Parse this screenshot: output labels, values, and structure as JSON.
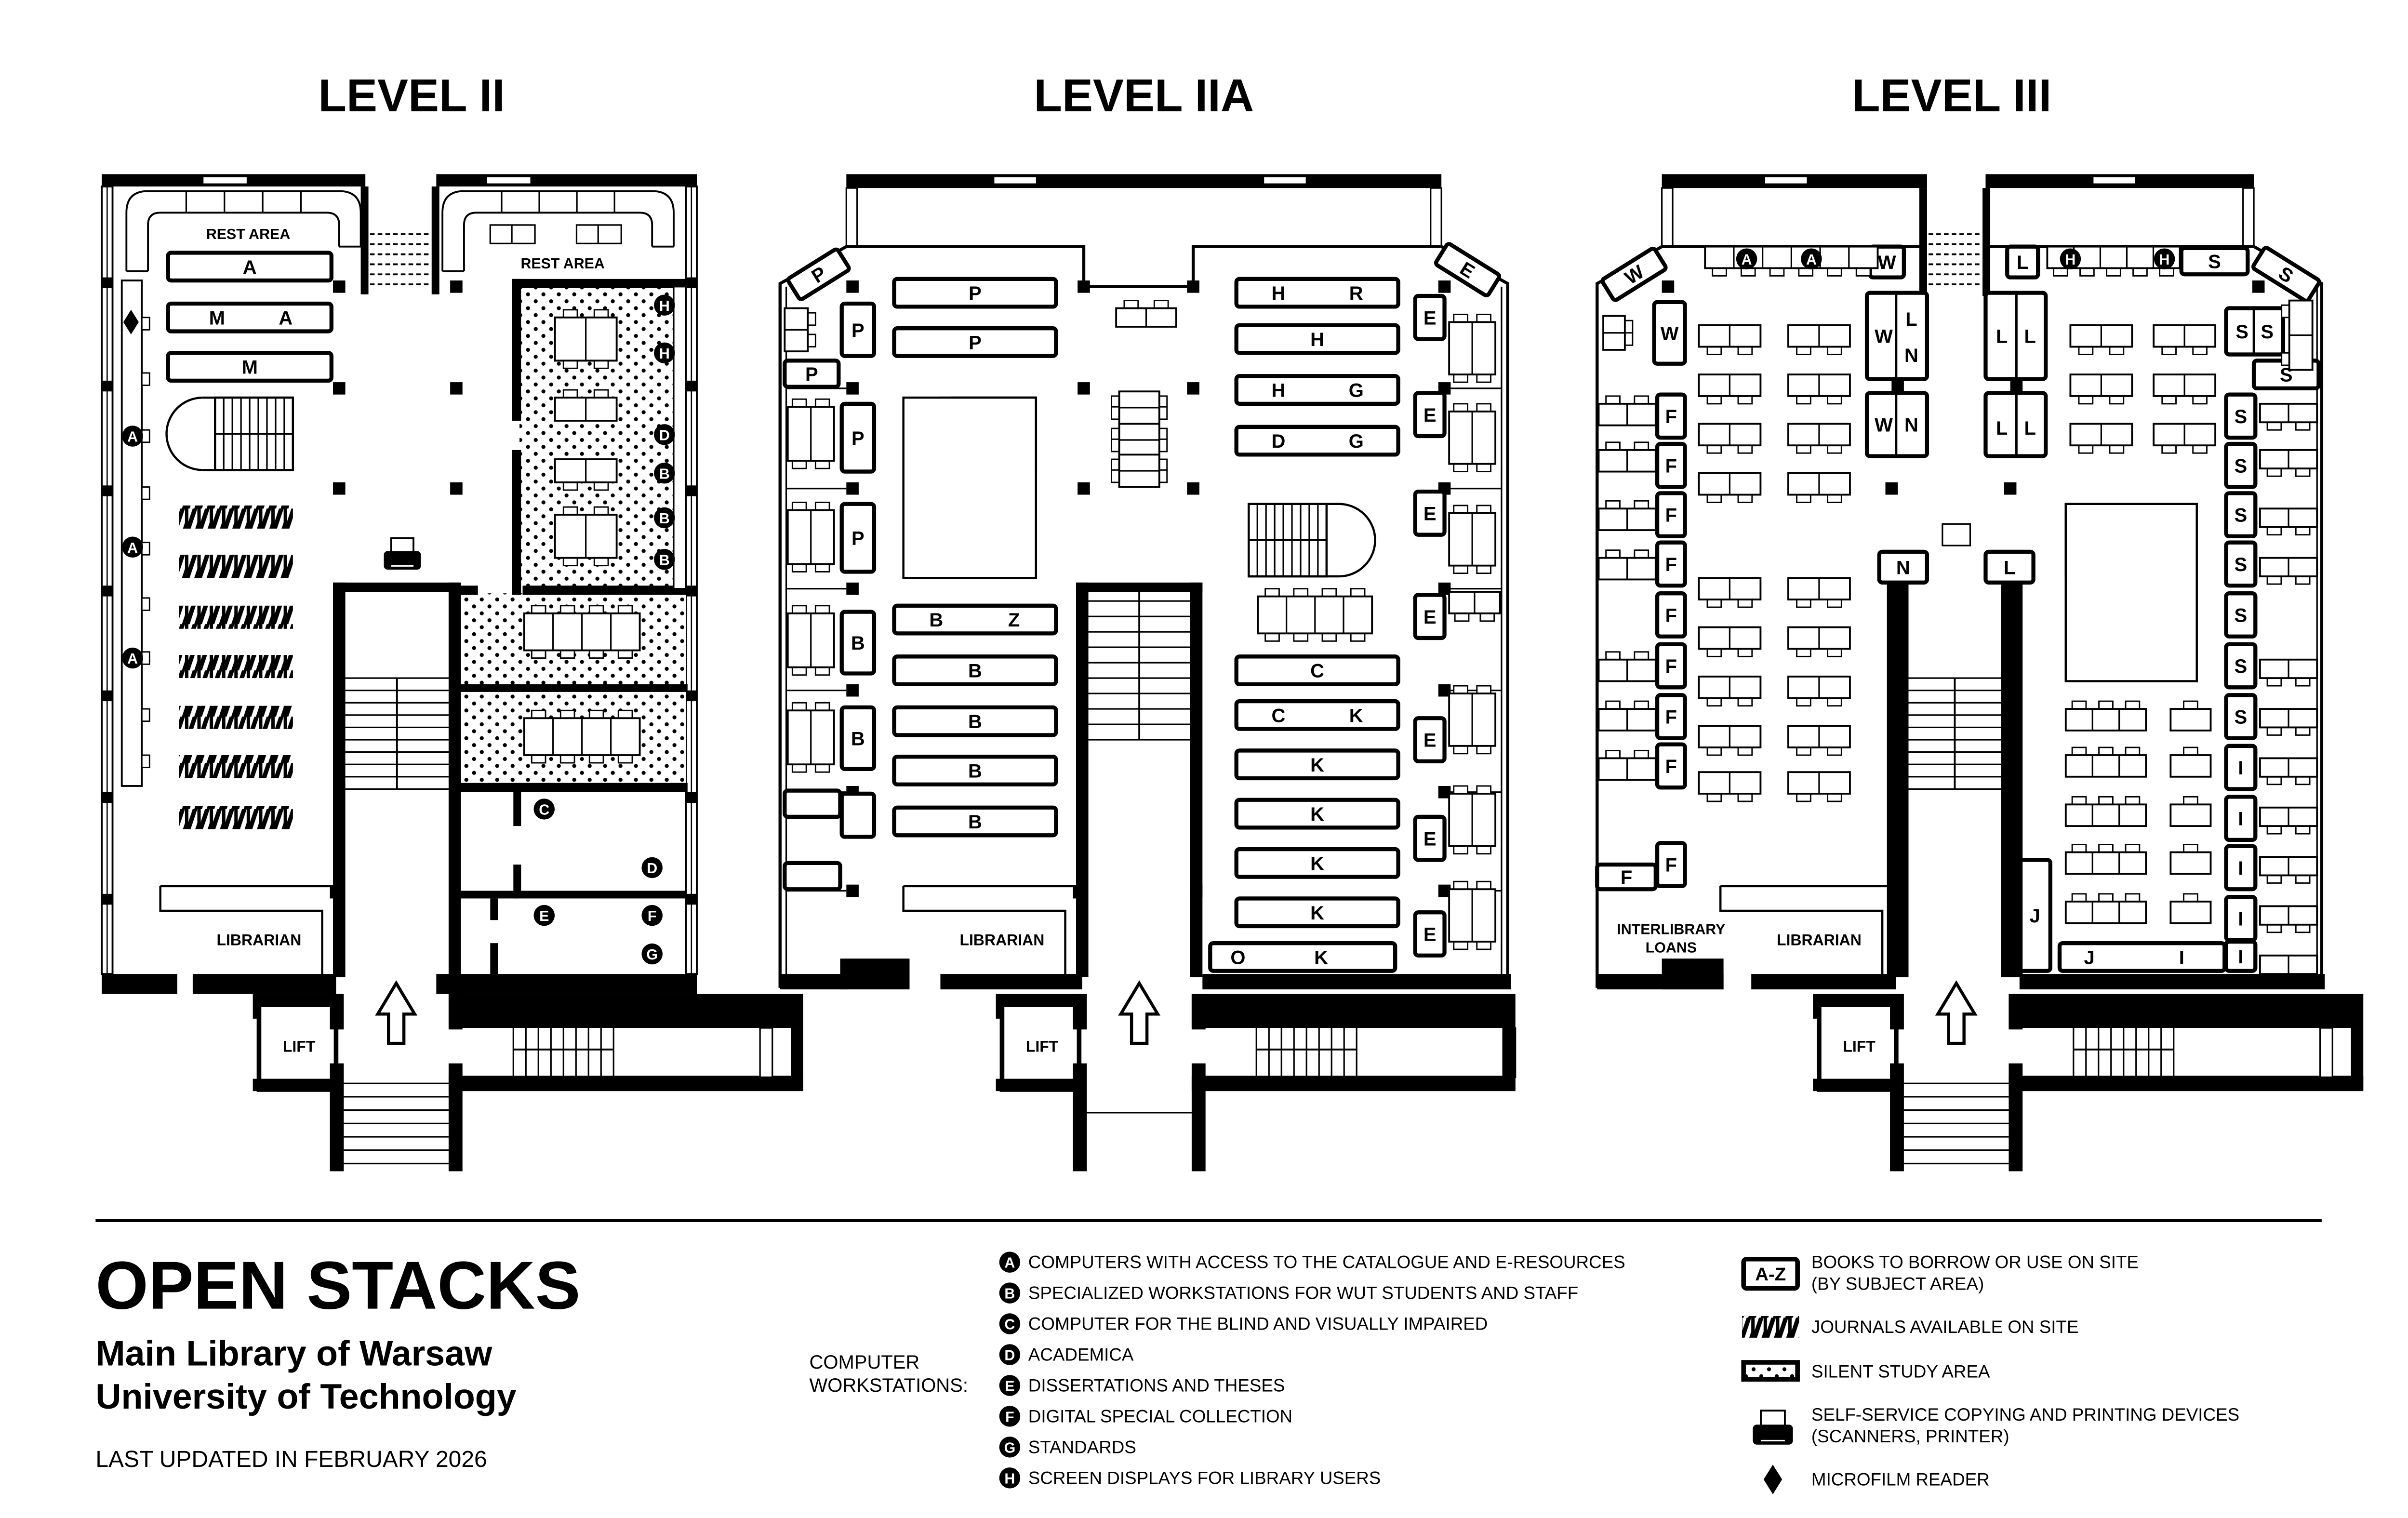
{
  "levels": [
    {
      "title": "LEVEL II",
      "rooms": {
        "rest_area_left": "REST AREA",
        "rest_area_right": "REST AREA",
        "librarian": "LIBRARIAN",
        "lift": "LIFT"
      },
      "shelves": [
        [
          "A"
        ],
        [
          "M",
          "A"
        ],
        [
          "M"
        ]
      ],
      "markers": [
        "A",
        "A",
        "A",
        "H",
        "H",
        "D",
        "B",
        "B",
        "B",
        "C",
        "D",
        "E",
        "F",
        "G"
      ]
    },
    {
      "title": "LEVEL IIA",
      "rooms": {
        "librarian": "LIBRARIAN",
        "lift": "LIFT"
      },
      "shelves": [
        [
          "P"
        ],
        [
          "P"
        ],
        [
          "P"
        ],
        [
          "P"
        ],
        [
          "P"
        ],
        [
          "P"
        ],
        [
          "P"
        ],
        [
          "B",
          "Z"
        ],
        [
          "B"
        ],
        [
          "B"
        ],
        [
          "B"
        ],
        [
          "B"
        ],
        [
          "B"
        ],
        [
          "B"
        ],
        [
          "H",
          "R"
        ],
        [
          "H"
        ],
        [
          "H",
          "G"
        ],
        [
          "D",
          "G"
        ],
        [
          "C"
        ],
        [
          "C",
          "K"
        ],
        [
          "K"
        ],
        [
          "K"
        ],
        [
          "K"
        ],
        [
          "K"
        ],
        [
          "O",
          "K"
        ],
        [
          "E"
        ],
        [
          "E"
        ],
        [
          "E"
        ],
        [
          "E"
        ],
        [
          "E"
        ],
        [
          "E"
        ],
        [
          "E"
        ],
        [
          "E"
        ]
      ]
    },
    {
      "title": "LEVEL III",
      "rooms": {
        "interlibrary": "INTERLIBRARY",
        "loans": "LOANS",
        "librarian": "LIBRARIAN",
        "lift": "LIFT"
      },
      "shelves": [
        [
          "W"
        ],
        [
          "W"
        ],
        [
          "L"
        ],
        [
          "S"
        ],
        [
          "S"
        ],
        [
          "W"
        ],
        [
          "W",
          "L",
          "N"
        ],
        [
          "W",
          "N"
        ],
        [
          "L",
          "L"
        ],
        [
          "L",
          "L"
        ],
        [
          "N"
        ],
        [
          "L"
        ],
        [
          "S",
          "S"
        ],
        [
          "S"
        ],
        [
          "S"
        ],
        [
          "S"
        ],
        [
          "S"
        ],
        [
          "S"
        ],
        [
          "S"
        ],
        [
          "S"
        ],
        [
          "S"
        ],
        [
          "I"
        ],
        [
          "I"
        ],
        [
          "I"
        ],
        [
          "I"
        ],
        [
          "I"
        ],
        [
          "F"
        ],
        [
          "F"
        ],
        [
          "F"
        ],
        [
          "F"
        ],
        [
          "F"
        ],
        [
          "F"
        ],
        [
          "F"
        ],
        [
          "F"
        ],
        [
          "F"
        ],
        [
          "F"
        ],
        [
          "J"
        ],
        [
          "J",
          "I"
        ]
      ],
      "markers": [
        "A",
        "A",
        "H",
        "H"
      ]
    }
  ],
  "footer": {
    "title": "OPEN STACKS",
    "subtitle_1": "Main Library of Warsaw",
    "subtitle_2": "University of Technology",
    "updated": "LAST UPDATED IN FEBRUARY 2026"
  },
  "legend": {
    "workstations_label_1": "COMPUTER",
    "workstations_label_2": "WORKSTATIONS:",
    "workstations": [
      {
        "key": "A",
        "text": "COMPUTERS WITH ACCESS TO THE CATALOGUE AND E-RESOURCES"
      },
      {
        "key": "B",
        "text": "SPECIALIZED WORKSTATIONS FOR WUT STUDENTS AND STAFF"
      },
      {
        "key": "C",
        "text": "COMPUTER FOR THE BLIND AND VISUALLY IMPAIRED"
      },
      {
        "key": "D",
        "text": "ACADEMICA"
      },
      {
        "key": "E",
        "text": "DISSERTATIONS AND THESES"
      },
      {
        "key": "F",
        "text": "DIGITAL SPECIAL COLLECTION"
      },
      {
        "key": "G",
        "text": "STANDARDS"
      },
      {
        "key": "H",
        "text": "SCREEN DISPLAYS FOR LIBRARY USERS"
      }
    ],
    "symbols": [
      {
        "icon": "A-Z",
        "line_1": "BOOKS TO BORROW OR USE ON SITE",
        "line_2": "(BY SUBJECT AREA)"
      },
      {
        "icon": "hatch-icon",
        "line_1": "JOURNALS AVAILABLE ON SITE"
      },
      {
        "icon": "dots-icon",
        "line_1": "SILENT STUDY AREA"
      },
      {
        "icon": "printer-icon",
        "line_1": "SELF-SERVICE COPYING AND PRINTING DEVICES",
        "line_2": "(SCANNERS, PRINTER)"
      },
      {
        "icon": "diamond-icon",
        "line_1": "MICROFILM READER"
      }
    ]
  }
}
